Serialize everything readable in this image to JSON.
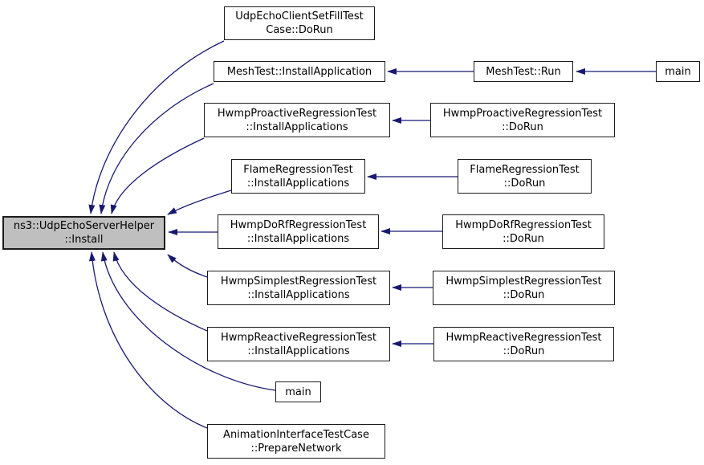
{
  "diagram": {
    "kind": "doxygen-caller-graph",
    "colors": {
      "edge": "#191970",
      "node_border": "#1c1c1c",
      "highlight_fill": "#bfbfbf",
      "node_fill": "#ffffff"
    },
    "nodes": [
      {
        "id": "install",
        "label": "ns3::UdpEchoServerHelper\n::Install",
        "highlighted": true
      },
      {
        "id": "udpecho-dorun",
        "label": "UdpEchoClientSetFillTest\nCase::DoRun"
      },
      {
        "id": "mesh-install",
        "label": "MeshTest::InstallApplication"
      },
      {
        "id": "mesh-run",
        "label": "MeshTest::Run"
      },
      {
        "id": "main-top",
        "label": "main"
      },
      {
        "id": "proactive-install",
        "label": "HwmpProactiveRegressionTest\n::InstallApplications"
      },
      {
        "id": "proactive-dorun",
        "label": "HwmpProactiveRegressionTest\n::DoRun"
      },
      {
        "id": "flame-install",
        "label": "FlameRegressionTest\n::InstallApplications"
      },
      {
        "id": "flame-dorun",
        "label": "FlameRegressionTest\n::DoRun"
      },
      {
        "id": "dorf-install",
        "label": "HwmpDoRfRegressionTest\n::InstallApplications"
      },
      {
        "id": "dorf-dorun",
        "label": "HwmpDoRfRegressionTest\n::DoRun"
      },
      {
        "id": "simplest-install",
        "label": "HwmpSimplestRegressionTest\n::InstallApplications"
      },
      {
        "id": "simplest-dorun",
        "label": "HwmpSimplestRegressionTest\n::DoRun"
      },
      {
        "id": "reactive-install",
        "label": "HwmpReactiveRegressionTest\n::InstallApplications"
      },
      {
        "id": "reactive-dorun",
        "label": "HwmpReactiveRegressionTest\n::DoRun"
      },
      {
        "id": "main-bottom",
        "label": "main"
      },
      {
        "id": "animation-prepare",
        "label": "AnimationInterfaceTestCase\n::PrepareNetwork"
      }
    ],
    "edges": [
      {
        "from": "udpecho-dorun",
        "to": "install"
      },
      {
        "from": "mesh-install",
        "to": "install"
      },
      {
        "from": "mesh-run",
        "to": "mesh-install"
      },
      {
        "from": "main-top",
        "to": "mesh-run"
      },
      {
        "from": "proactive-install",
        "to": "install"
      },
      {
        "from": "proactive-dorun",
        "to": "proactive-install"
      },
      {
        "from": "flame-install",
        "to": "install"
      },
      {
        "from": "flame-dorun",
        "to": "flame-install"
      },
      {
        "from": "dorf-install",
        "to": "install"
      },
      {
        "from": "dorf-dorun",
        "to": "dorf-install"
      },
      {
        "from": "simplest-install",
        "to": "install"
      },
      {
        "from": "simplest-dorun",
        "to": "simplest-install"
      },
      {
        "from": "reactive-install",
        "to": "install"
      },
      {
        "from": "reactive-dorun",
        "to": "reactive-install"
      },
      {
        "from": "main-bottom",
        "to": "install"
      },
      {
        "from": "animation-prepare",
        "to": "install"
      }
    ]
  }
}
